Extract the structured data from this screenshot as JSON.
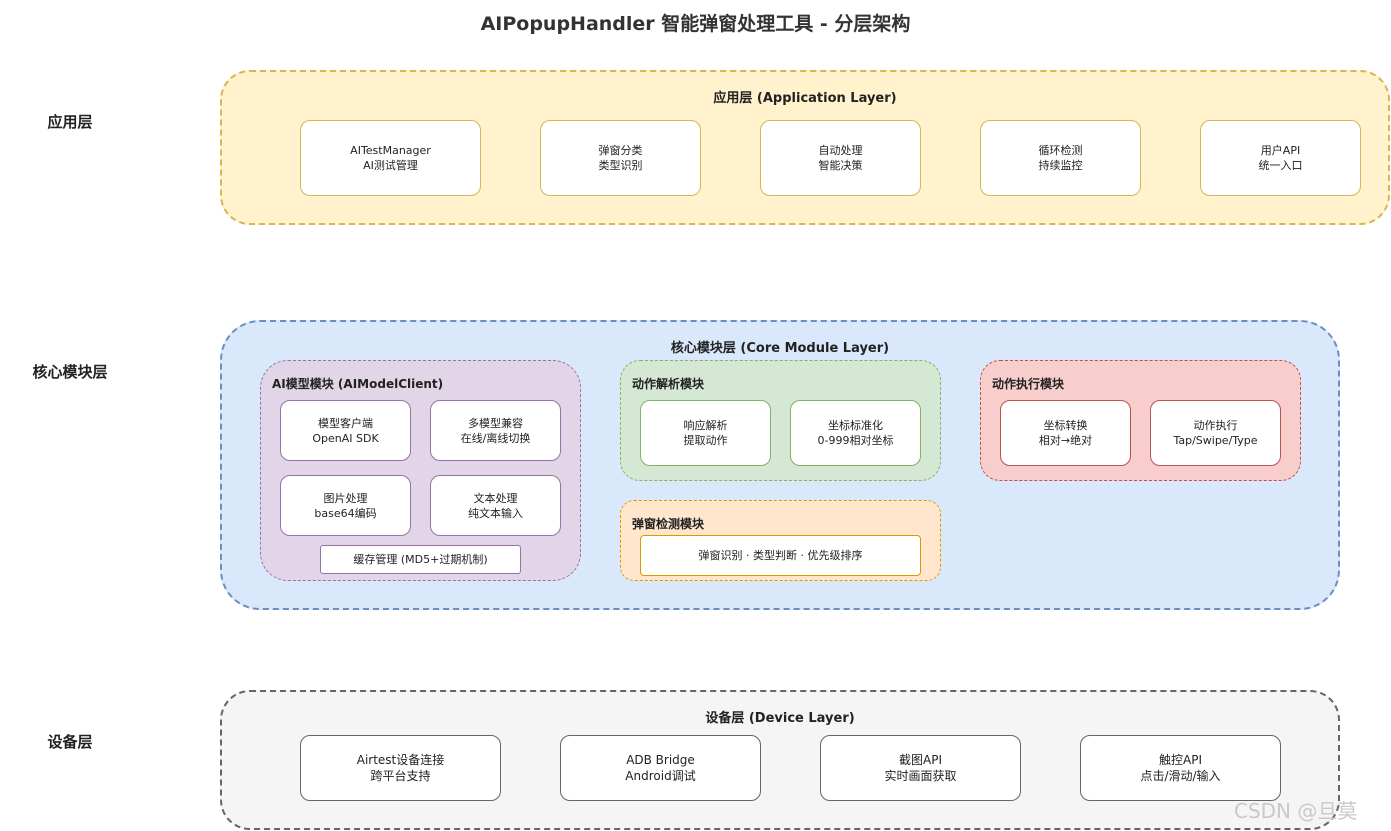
{
  "title": "AIPopupHandler 智能弹窗处理工具 - 分层架构",
  "side_labels": {
    "app": "应用层",
    "core": "核心模块层",
    "device": "设备层"
  },
  "app_layer": {
    "title": "应用层 (Application Layer)",
    "boxes": [
      {
        "line1": "AITestManager",
        "line2": "AI测试管理"
      },
      {
        "line1": "弹窗分类",
        "line2": "类型识别"
      },
      {
        "line1": "自动处理",
        "line2": "智能决策"
      },
      {
        "line1": "循环检测",
        "line2": "持续监控"
      },
      {
        "line1": "用户API",
        "line2": "统一入口"
      }
    ]
  },
  "core_layer": {
    "title": "核心模块层 (Core Module Layer)",
    "ai_module": {
      "title": "AI模型模块 (AIModelClient)",
      "boxes": [
        {
          "line1": "模型客户端",
          "line2": "OpenAI SDK"
        },
        {
          "line1": "多模型兼容",
          "line2": "在线/离线切换"
        },
        {
          "line1": "图片处理",
          "line2": "base64编码"
        },
        {
          "line1": "文本处理",
          "line2": "纯文本输入"
        }
      ],
      "cache": "缓存管理 (MD5+过期机制)"
    },
    "parse_module": {
      "title": "动作解析模块",
      "boxes": [
        {
          "line1": "响应解析",
          "line2": "提取动作"
        },
        {
          "line1": "坐标标准化",
          "line2": "0-999相对坐标"
        }
      ]
    },
    "exec_module": {
      "title": "动作执行模块",
      "boxes": [
        {
          "line1": "坐标转换",
          "line2": "相对→绝对"
        },
        {
          "line1": "动作执行",
          "line2": "Tap/Swipe/Type"
        }
      ]
    },
    "detect_module": {
      "title": "弹窗检测模块",
      "content": "弹窗识别 · 类型判断 · 优先级排序"
    }
  },
  "device_layer": {
    "title": "设备层 (Device Layer)",
    "boxes": [
      {
        "line1": "Airtest设备连接",
        "line2": "跨平台支持"
      },
      {
        "line1": "ADB Bridge",
        "line2": "Android调试"
      },
      {
        "line1": "截图API",
        "line2": "实时画面获取"
      },
      {
        "line1": "触控API",
        "line2": "点击/滑动/输入"
      }
    ]
  },
  "watermark": "CSDN @旦莫",
  "colors": {
    "app_fill": "#fff2cc",
    "app_border": "#d6b656",
    "core_fill": "#dae8fc",
    "core_border": "#6c8ebf",
    "device_fill": "#f5f5f5",
    "device_border": "#666666",
    "ai_fill": "#e1d5e7",
    "ai_border": "#9673a6",
    "parse_fill": "#d5e8d4",
    "parse_border": "#82b366",
    "exec_fill": "#f8cecc",
    "exec_border": "#b85450",
    "detect_fill": "#ffe6cc",
    "detect_border": "#d79b00"
  }
}
